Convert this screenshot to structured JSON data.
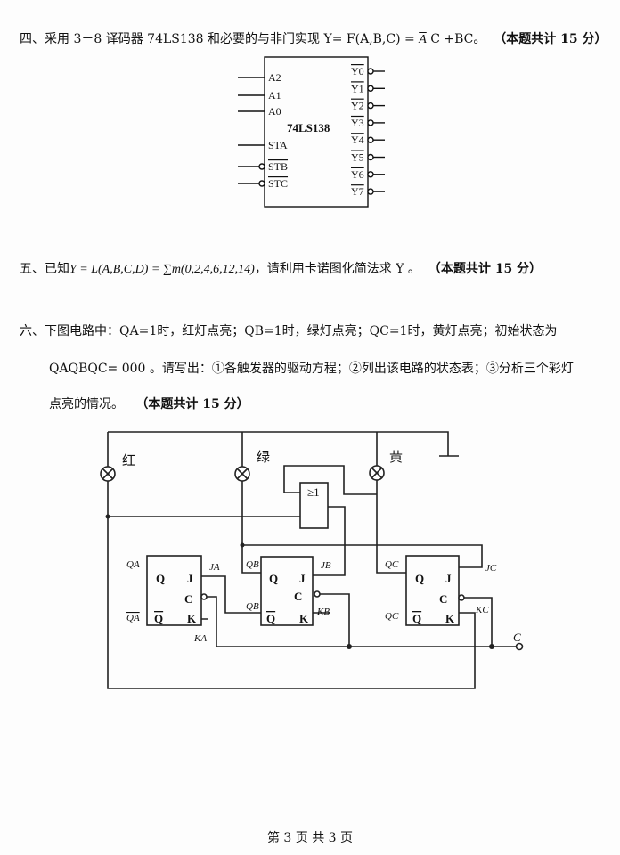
{
  "q4": {
    "prefix": "四、采用 3－8 译码器 74LS138 和必要的与非门实现 Y= F(A,B,C) = ",
    "abar": "A",
    "rest": "C +BC。",
    "points": "（本题共计 15 分）"
  },
  "decoder": {
    "chip": "74LS138",
    "inputs": [
      "A2",
      "A1",
      "A0",
      "STA",
      "STB",
      "STC"
    ],
    "outputs": [
      "Y0",
      "Y1",
      "Y2",
      "Y3",
      "Y4",
      "Y5",
      "Y6",
      "Y7"
    ]
  },
  "q5": {
    "prefix": "五、已知",
    "formula": "Y = L(A,B,C,D) = ∑m(0,2,4,6,12,14)",
    "suffix": "，请利用卡诺图化简法求 Y 。",
    "points": "（本题共计 15 分）"
  },
  "q6": {
    "line1": "六、下图电路中：QA=1时，红灯点亮；QB=1时，绿灯点亮；QC=1时，黄灯点亮；初始状态为",
    "line2": "QAQBQC= 000 。请写出：①各触发器的驱动方程；②列出该电路的状态表；③分析三个彩灯",
    "line3": "点亮的情况。",
    "points": "（本题共计 15 分）"
  },
  "circuit": {
    "lamps": [
      "红",
      "绿",
      "黄"
    ],
    "gate": "≥1",
    "ff_pins": {
      "q": "Q",
      "j": "J",
      "c": "C",
      "k": "K",
      "qbar": "Q"
    },
    "labels": {
      "qa": "QA",
      "qabar": "QA",
      "ja": "JA",
      "ka": "KA",
      "qb": "QB",
      "qbbar": "QB",
      "jb": "JB",
      "kb": "KB",
      "qc": "QC",
      "qcbar": "QC",
      "jc": "JC",
      "kc": "KC",
      "clk": "C"
    }
  },
  "footer": "第 3 页 共 3 页"
}
